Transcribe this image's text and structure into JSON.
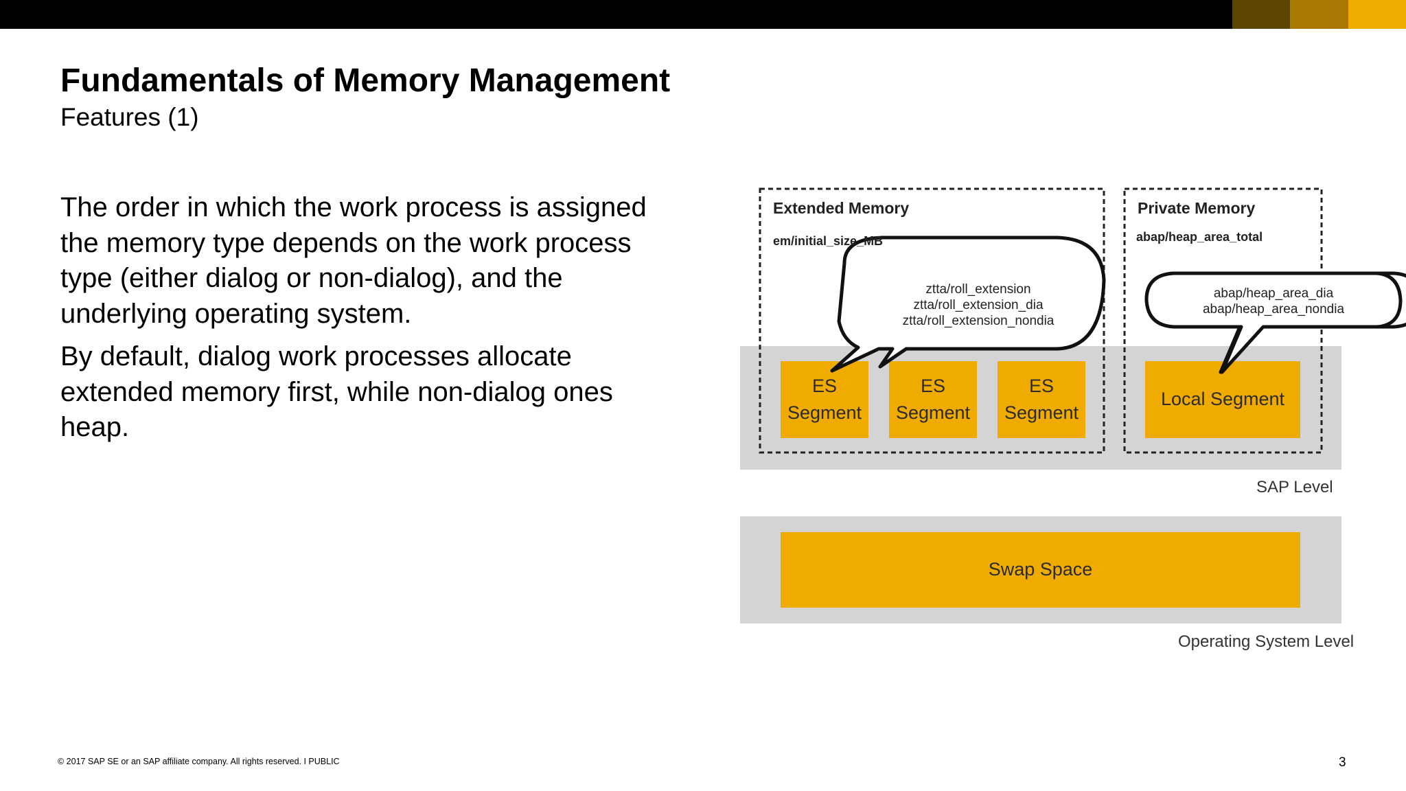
{
  "slide": {
    "title": "Fundamentals of Memory Management",
    "subtitle": "Features (1)",
    "paragraphs": [
      "The order in which the work process is assigned the memory type depends on the work process type (either dialog or non-dialog), and the underlying operating system.",
      "By default, dialog work processes allocate extended memory first, while non-dialog ones heap."
    ],
    "footer": "© 2017 SAP SE or an SAP affiliate company. All rights reserved.   I   PUBLIC",
    "page_number": "3"
  },
  "diagram": {
    "extended_memory": {
      "title": "Extended Memory",
      "parameter": "em/initial_size_MB",
      "bubble_lines": [
        "ztta/roll_extension",
        "ztta/roll_extension_dia",
        "ztta/roll_extension_nondia"
      ],
      "segments": [
        "ES\nSegment",
        "ES\nSegment",
        "ES\nSegment"
      ]
    },
    "private_memory": {
      "title": "Private Memory",
      "parameter": "abap/heap_area_total",
      "bubble_lines": [
        "abap/heap_area_dia",
        "abap/heap_area_nondia"
      ],
      "segment": "Local Segment"
    },
    "sap_level_label": "SAP Level",
    "swap_space": "Swap Space",
    "os_level_label": "Operating System Level"
  },
  "colors": {
    "segment_fill": "#f0ab00",
    "level_band": "#d4d4d4",
    "top_bar": "#000000",
    "accent_swatches": [
      "#5b4500",
      "#a87800",
      "#f0ab00"
    ]
  }
}
